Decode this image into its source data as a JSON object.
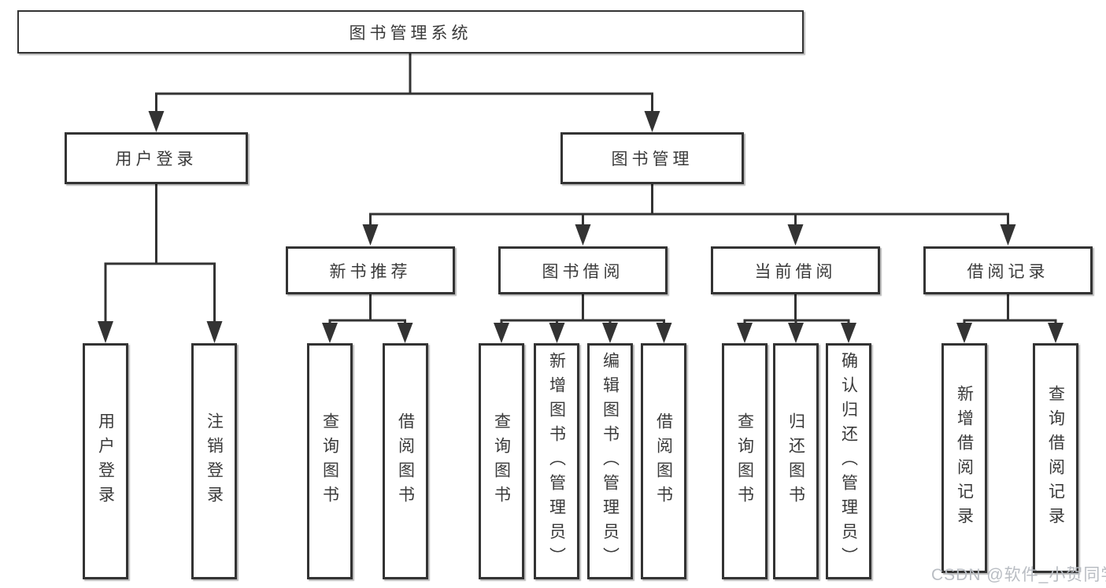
{
  "tree": {
    "root": {
      "label": "图书管理系统"
    },
    "branches": [
      {
        "label": "用户登录",
        "children": [
          {
            "label": "用户登录"
          },
          {
            "label": "注销登录"
          }
        ]
      },
      {
        "label": "图书管理",
        "children": [
          {
            "label": "新书推荐",
            "children": [
              {
                "label": "查询图书"
              },
              {
                "label": "借阅图书"
              }
            ]
          },
          {
            "label": "图书借阅",
            "children": [
              {
                "label": "查询图书"
              },
              {
                "label": "新增图书（管理员）"
              },
              {
                "label": "编辑图书（管理员）"
              },
              {
                "label": "借阅图书"
              }
            ]
          },
          {
            "label": "当前借阅",
            "children": [
              {
                "label": "查询图书"
              },
              {
                "label": "归还图书"
              },
              {
                "label": "确认归还（管理员）"
              }
            ]
          },
          {
            "label": "借阅记录",
            "children": [
              {
                "label": "新增借阅记录"
              },
              {
                "label": "查询借阅记录"
              }
            ]
          }
        ]
      }
    ]
  },
  "watermark": {
    "text": "CSDN @软件_小贺同学",
    "color": "#b9bdc3"
  },
  "colors": {
    "line": "#333333",
    "box_border": "#333333",
    "box_fill": "#ffffff",
    "text": "#3a3a3a",
    "background": "#ffffff"
  }
}
